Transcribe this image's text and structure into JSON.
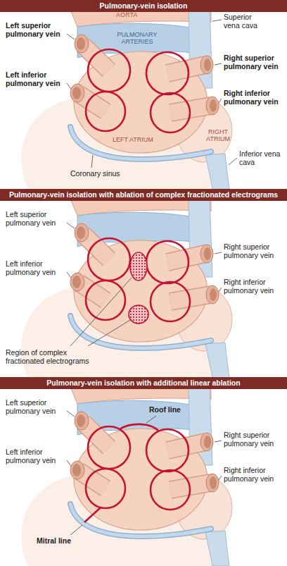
{
  "diagram": {
    "nodes": [
      {
        "text": [
          "Pulmonary-vein isolation"
        ]
      },
      {
        "text": [
          "Pulmonary-vein isolation with ablation of complex fractionated electrograms"
        ]
      },
      {
        "text": [
          "Pulmonary-vein isolation with additional linear ablation"
        ]
      }
    ],
    "labels": [
      "AORTA",
      "Superior vena cava",
      "Left superior pulmonary vein",
      "PULMONARY ARTERIES",
      "Left inferior pulmonary vein",
      "Right superior pulmonary vein",
      "LEFT ATRIUM",
      "Right inferior pulmonary vein",
      "RIGHT ATRIUM",
      "Coronary sinus",
      "Inferior vena cava",
      "Left superior pulmonary vein",
      "Right superior pulmonary vein",
      "Left inferior pulmonary vein",
      "Right inferior pulmonary vein",
      "Region of complex fractionated electrograms",
      "Left superior pulmonary vein",
      "Roof line",
      "Right superior pulmonary vein",
      "Left inferior pulmonary vein",
      "Right inferior pulmonary vein",
      "Mitral line"
    ]
  }
}
